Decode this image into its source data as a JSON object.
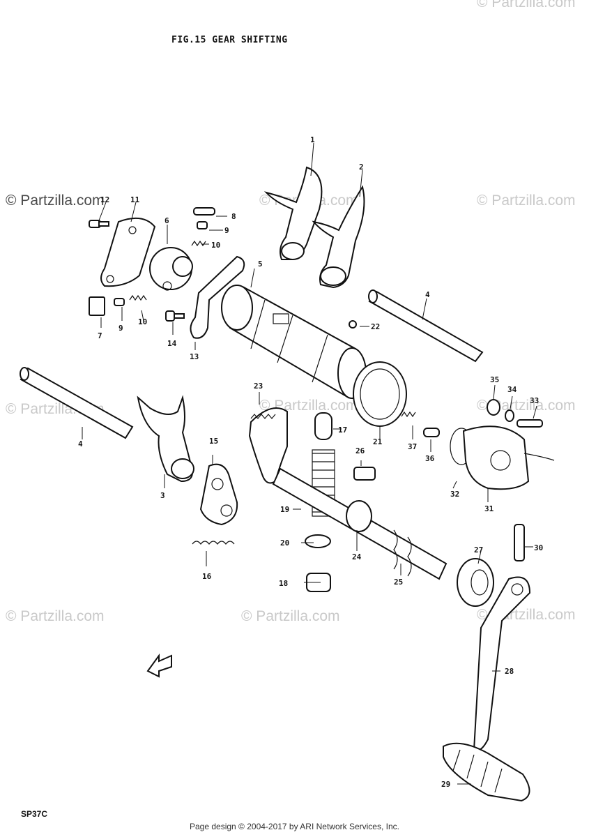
{
  "title": "FIG.15  GEAR SHIFTING",
  "watermarks": [
    "© Partzilla.com",
    "© Partzilla.com",
    "© Partzilla.com",
    "© Partzilla.com",
    "© Partzilla.com",
    "© Partzilla.com",
    "© Partzilla.com",
    "© Partzilla.com",
    "© Partzilla.com",
    "© Partzilla.com"
  ],
  "corner_code": "SP37C",
  "footer": "Page design © 2004-2017 by ARI Network Services, Inc.",
  "callouts": [
    "1",
    "2",
    "12",
    "11",
    "6",
    "8",
    "9",
    "10",
    "5",
    "4",
    "7",
    "9",
    "10",
    "14",
    "13",
    "22",
    "4",
    "3",
    "15",
    "23",
    "17",
    "16",
    "20",
    "19",
    "26",
    "24",
    "18",
    "25",
    "27",
    "35",
    "34",
    "33",
    "37",
    "36",
    "21",
    "32",
    "31",
    "30",
    "28",
    "29"
  ],
  "colors": {
    "ink": "#111111",
    "watermark": "#c9c9c9",
    "background": "#ffffff"
  }
}
